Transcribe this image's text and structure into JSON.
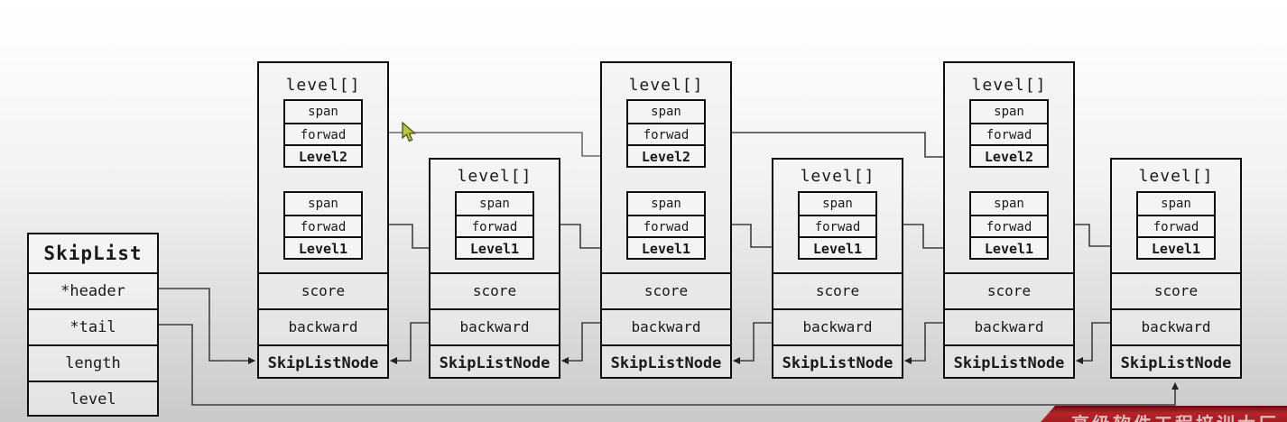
{
  "skiplist": {
    "title": "SkipList",
    "fields": [
      "*header",
      "*tail",
      "length",
      "level"
    ]
  },
  "node_labels": {
    "level_array": "level[]",
    "span": "span",
    "forwad": "forwad",
    "level2": "Level2",
    "level1": "Level1",
    "score": "score",
    "backward": "backward",
    "type": "SkipListNode"
  },
  "banner": {
    "text": "高级软件工程培训大厂"
  },
  "colors": {
    "banner_red": "#b2252a",
    "connector_line": "#3f3f3f",
    "cursor_fill": "#b9c440",
    "box_border": "#0e0e0e"
  }
}
